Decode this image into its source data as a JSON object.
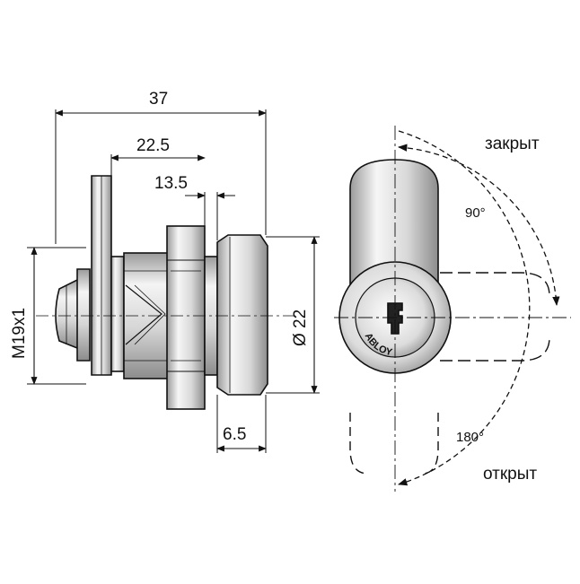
{
  "dimensions": {
    "overall_length": "37",
    "body_length": "22.5",
    "thread_length": "13.5",
    "thread": "M19x1",
    "flange_diameter": "Ø 22",
    "flange_thickness": "6.5"
  },
  "labels": {
    "closed": "закрыт",
    "open": "открыт",
    "angle_90": "90°",
    "angle_180": "180°",
    "brand": "ABLOY"
  },
  "colors": {
    "outline": "#111111",
    "metal_light": "#f2f2f2",
    "metal_mid": "#c8c8c8",
    "metal_dark": "#8a8a8a"
  }
}
